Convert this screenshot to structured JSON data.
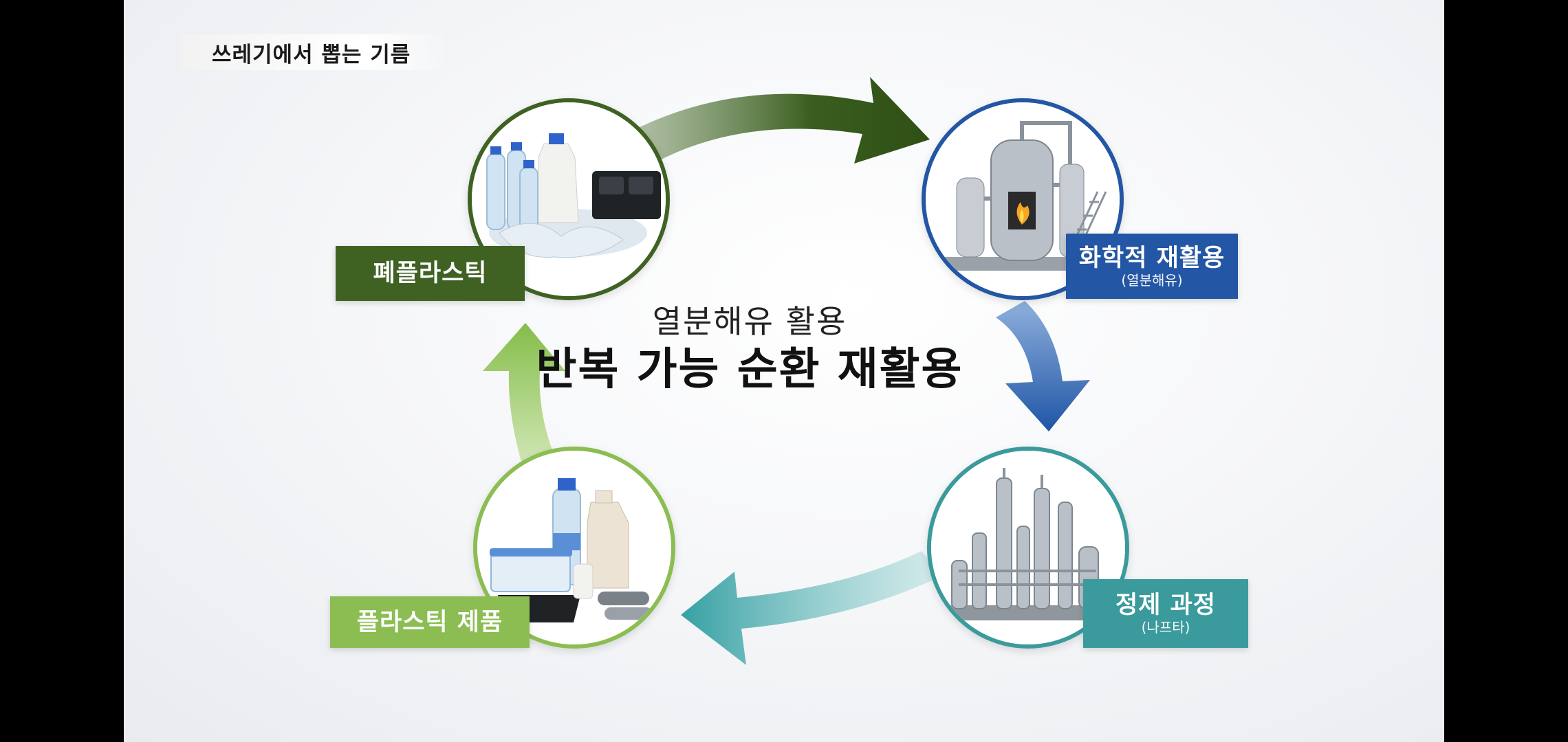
{
  "caption": {
    "text": "쓰레기에서 뽑는 기름"
  },
  "center": {
    "subtitle": "열분해유 활용",
    "title": "반복 가능 순환 재활용"
  },
  "steps": [
    {
      "id": "waste-plastic",
      "label": "폐플라스틱",
      "sublabel": "",
      "color": "#3f6223",
      "image": "plastic-waste-icon"
    },
    {
      "id": "chemical-recycling",
      "label": "화학적 재활용",
      "sublabel": "(열분해유)",
      "color": "#2356a4",
      "image": "pyrolysis-reactor-icon"
    },
    {
      "id": "refining",
      "label": "정제 과정",
      "sublabel": "(나프타)",
      "color": "#3a9a9c",
      "image": "refinery-icon"
    },
    {
      "id": "plastic-products",
      "label": "플라스틱 제품",
      "sublabel": "",
      "color": "#8bbd52",
      "image": "plastic-products-icon"
    }
  ],
  "colors": {
    "arrow_green_dark": "#3a5e1f",
    "arrow_blue": "#1f55a6",
    "arrow_teal": "#3aa3a6",
    "arrow_green_light": "#8cc152"
  }
}
